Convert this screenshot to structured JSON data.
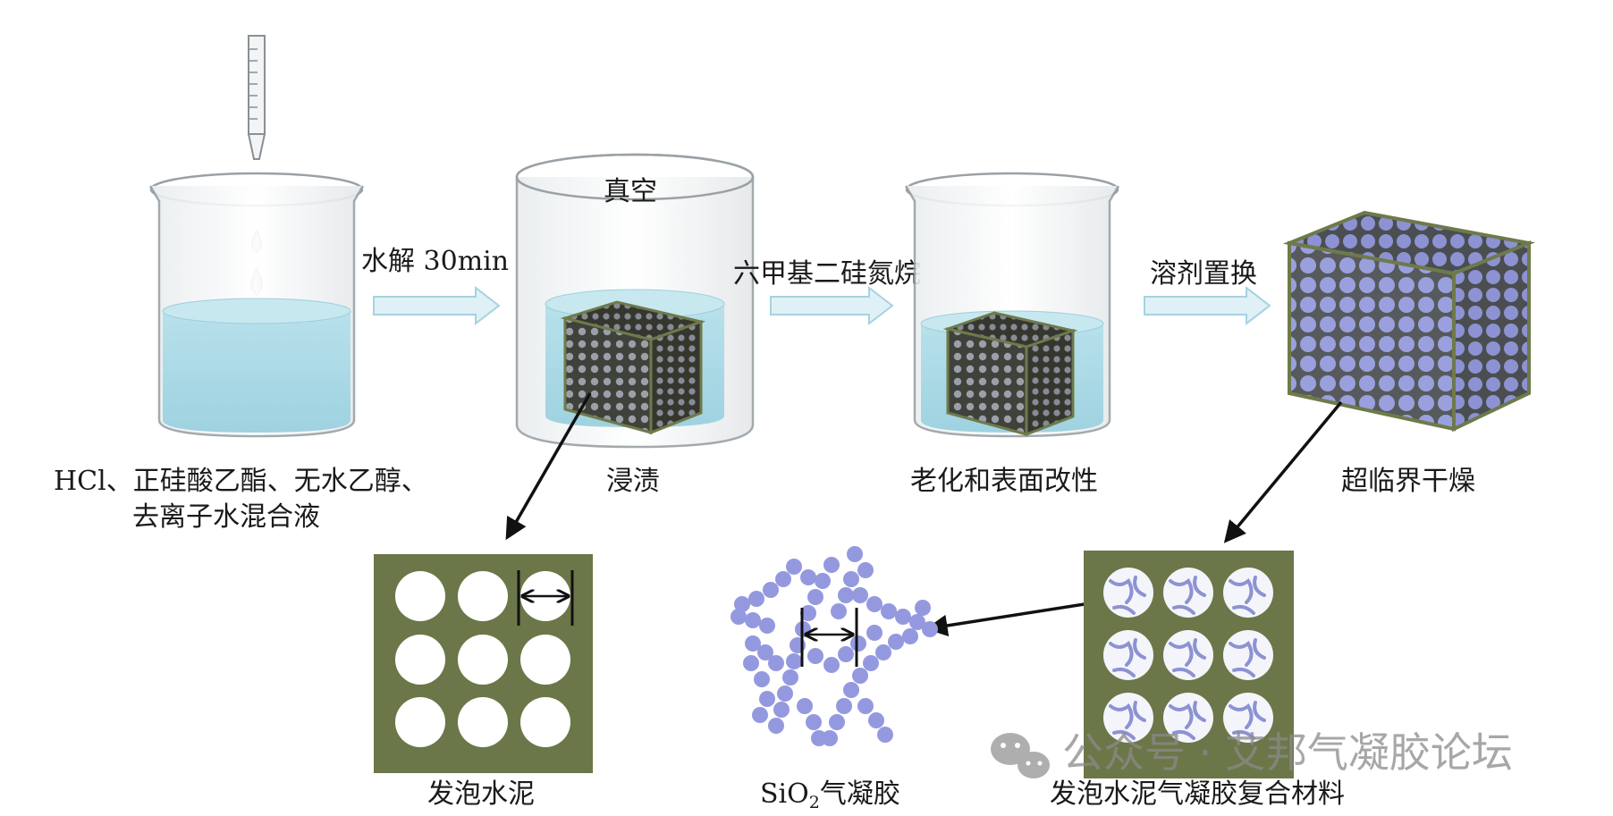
{
  "labels": {
    "mix_line1": "HCl、正硅酸乙酯、无水乙醇、",
    "mix_line2": "去离子水混合液",
    "vacuum": "真空",
    "impregnation": "浸渍",
    "aging": "老化和表面改性",
    "supercritical": "超临界干燥",
    "foam_cement": "发泡水泥",
    "sio2_prefix": "SiO",
    "sio2_sub": "2",
    "sio2_suffix": "气凝胶",
    "composite": "发泡水泥气凝胶复合材料"
  },
  "arrows": {
    "hydrolysis": "水解 30min",
    "hmds": "六甲基二硅氮烷",
    "solvent_exchange": "溶剂置换"
  },
  "watermark": {
    "text": "公众号 · 艾邦气凝胶论坛",
    "icon": "wechat-icon"
  },
  "colors": {
    "liquid": "#a9d9e6",
    "liquid_top": "#c7e8f0",
    "cement": "#6e7a4a",
    "cube_dark": "#4a4d45",
    "pore_blue": "#8e93d6",
    "cube_light": "#8a8fb0",
    "arrow_fill": "#dff1f6",
    "arrow_stroke": "#a6d2df"
  }
}
